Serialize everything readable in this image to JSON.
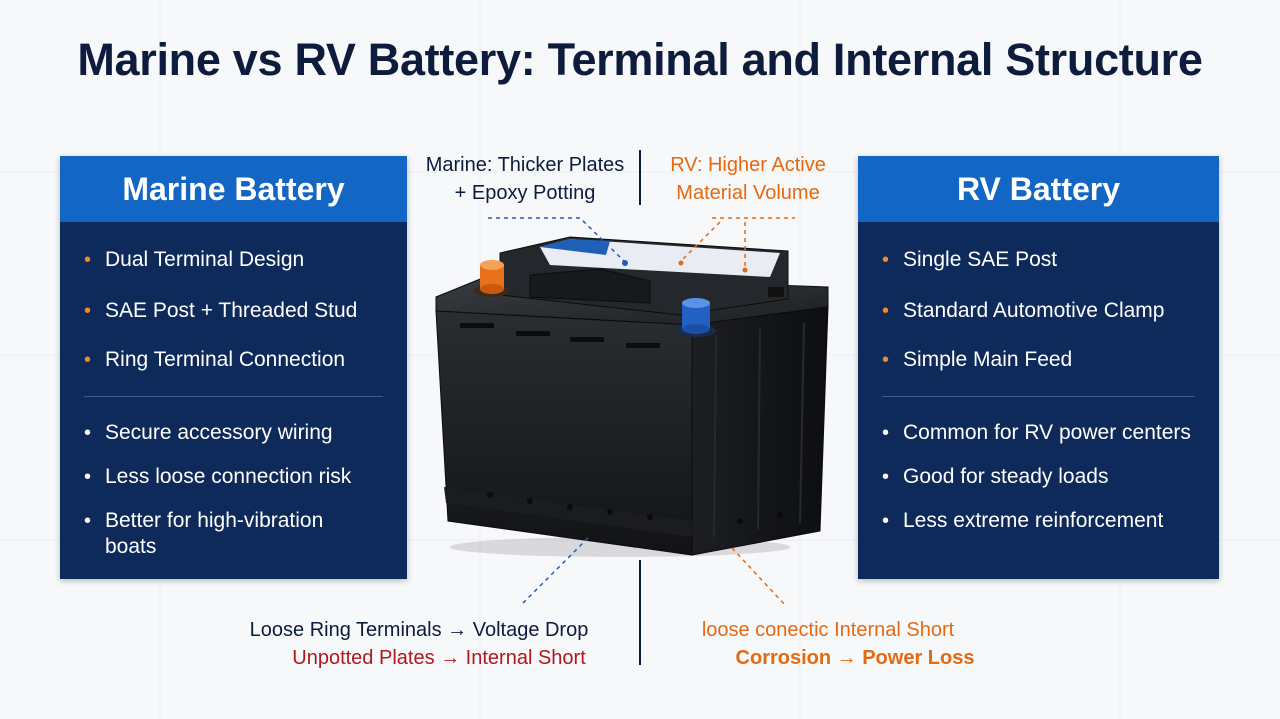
{
  "title": "Marine vs RV Battery: Terminal and Internal Structure",
  "marine": {
    "heading": "Marine Battery",
    "features": [
      "Dual Terminal Design",
      "SAE Post + Threaded Stud",
      "Ring Terminal Connection"
    ],
    "benefits": [
      "Secure accessory wiring",
      "Less loose connection risk",
      "Better for high-vibration boats"
    ]
  },
  "rv": {
    "heading": "RV Battery",
    "features": [
      "Single SAE Post",
      "Standard Automotive Clamp",
      "Simple Main Feed"
    ],
    "benefits": [
      "Common for RV power centers",
      "Good for steady loads",
      "Less extreme reinforcement"
    ]
  },
  "callouts": {
    "marine_top": [
      "Marine: Thicker Plates",
      "+ Epoxy Potting"
    ],
    "rv_top": [
      "RV: Higher Active",
      "Material Volume"
    ],
    "marine_bottom_1": "Loose Ring Terminals → Voltage Drop",
    "marine_bottom_2": "Unpotted Plates → Internal Short",
    "rv_bottom_1": "loose conectiс Internal Short",
    "rv_bottom_2": "Corrosion → Power Loss"
  },
  "colors": {
    "panel_header": "#1466c4",
    "panel_body": "#0e2a5a",
    "accent_orange": "#f28a22",
    "title_navy": "#0d1b3d",
    "warning_red": "#b0181b"
  }
}
